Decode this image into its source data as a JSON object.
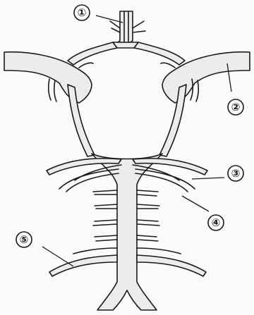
{
  "callouts": [
    {
      "id": "1",
      "label": "①"
    },
    {
      "id": "2",
      "label": "②"
    },
    {
      "id": "3",
      "label": "③"
    },
    {
      "id": "4",
      "label": "④"
    },
    {
      "id": "5",
      "label": "⑤"
    }
  ]
}
